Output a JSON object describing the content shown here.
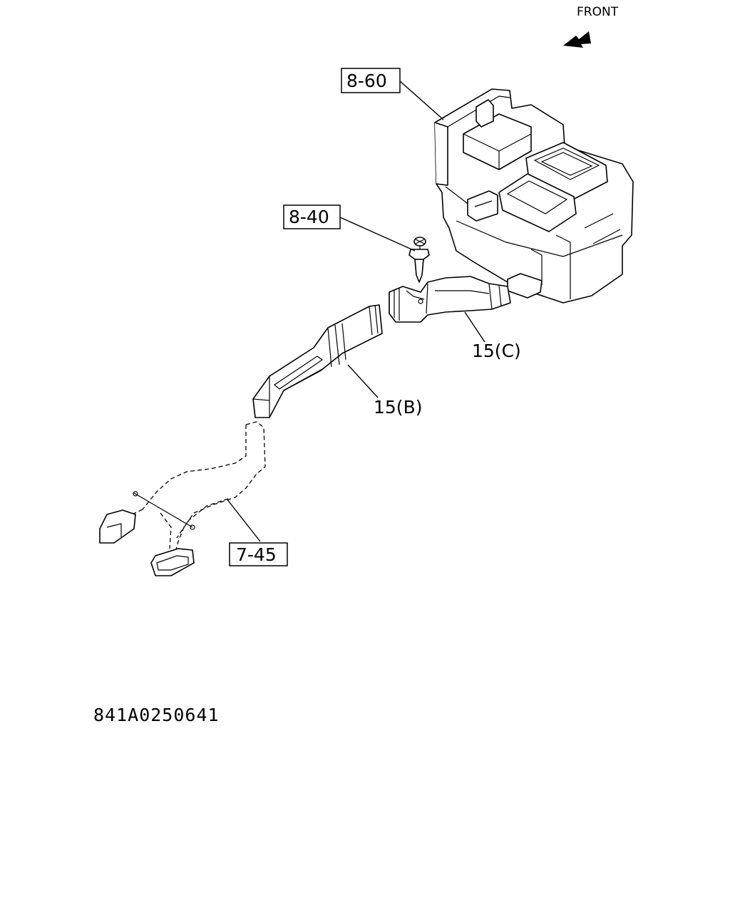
{
  "front_label": "FRONT",
  "callouts": {
    "heater_unit": "8-60",
    "clip": "8-40",
    "duct_c": "15(C)",
    "duct_b": "15(B)",
    "rear_duct": "7-45"
  },
  "diagram_code": "841A0250641"
}
